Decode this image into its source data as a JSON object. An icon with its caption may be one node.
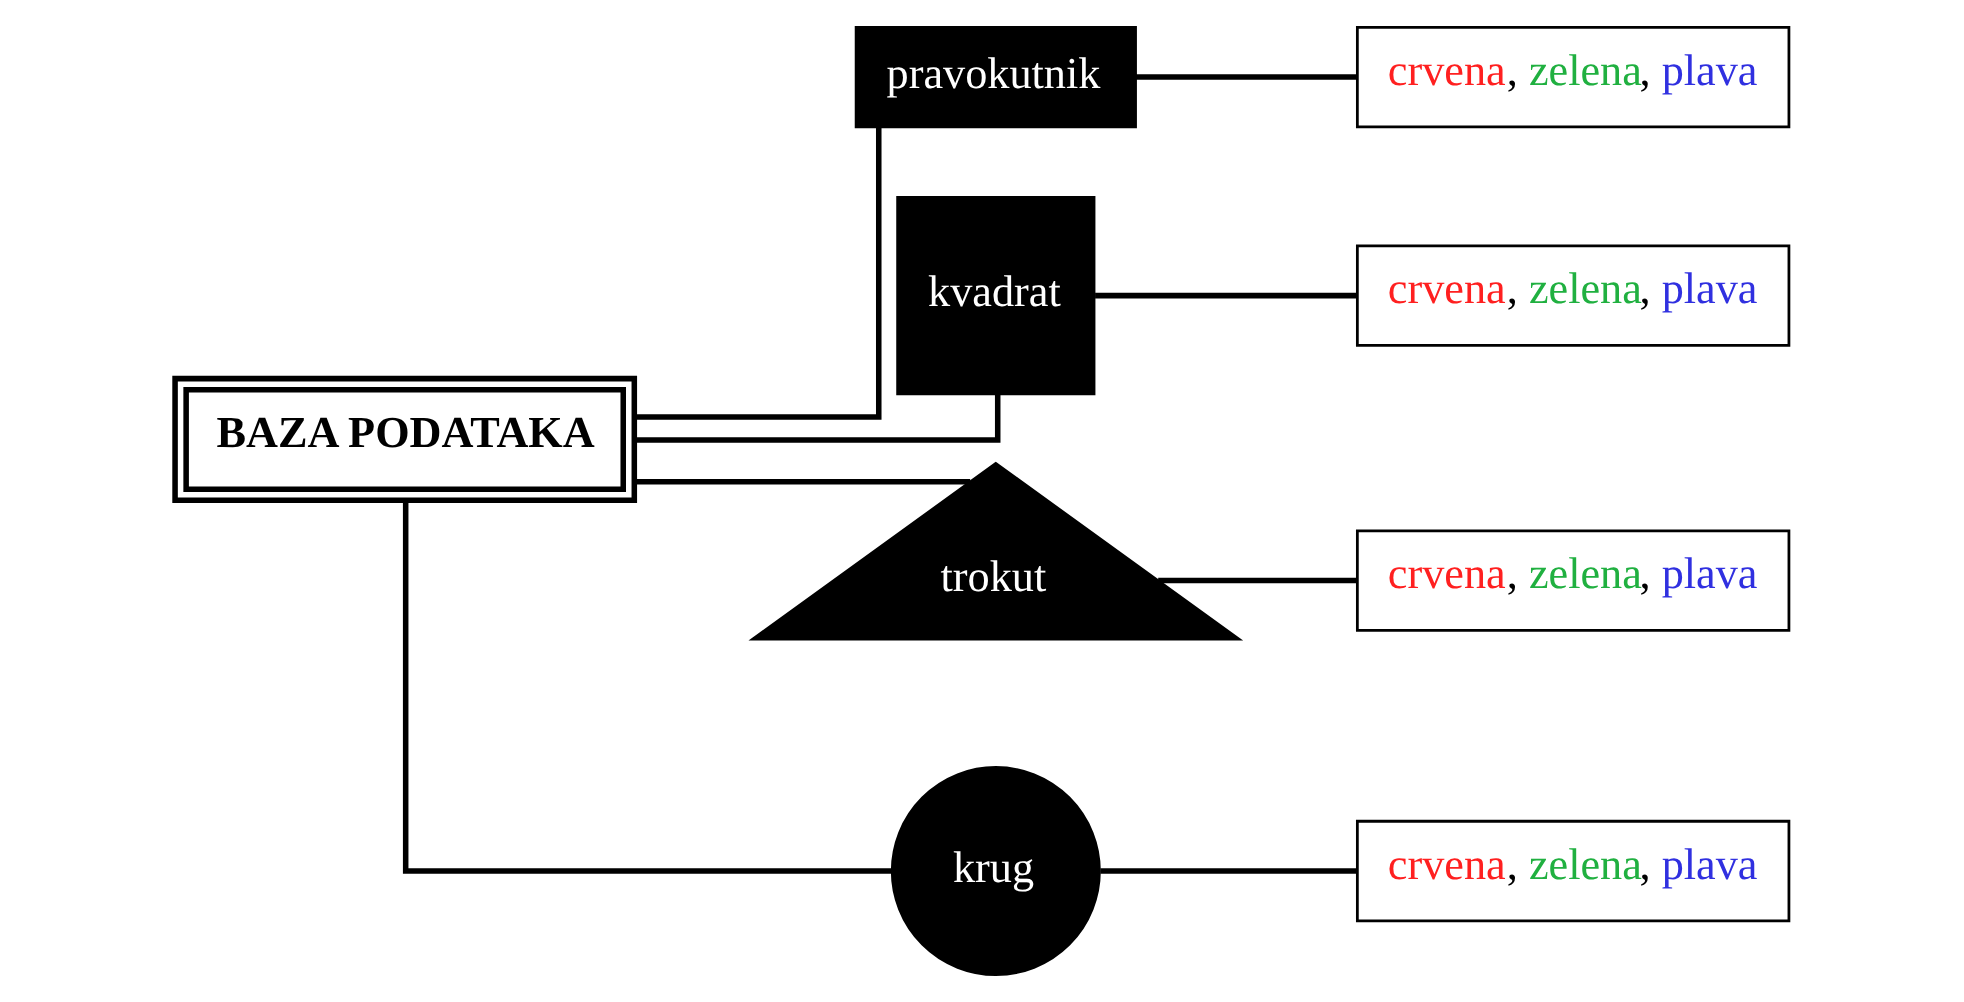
{
  "diagram": {
    "nodes": [
      {
        "text": [
          "BAZA PODATAKA"
        ]
      },
      {
        "text": [
          "pravokutnik"
        ]
      },
      {
        "text": [
          "kvadrat"
        ]
      },
      {
        "text": [
          "trokut"
        ]
      },
      {
        "text": [
          "krug"
        ]
      },
      {
        "text": [
          "crvena, zelena, plava"
        ]
      },
      {
        "text": [
          "crvena, zelena, plava"
        ]
      },
      {
        "text": [
          "crvena, zelena, plava"
        ]
      },
      {
        "text": [
          "crvena, zelena, plava"
        ]
      }
    ],
    "edges": [
      {
        "from": 0,
        "to": 1,
        "arrow": "none"
      },
      {
        "from": 0,
        "to": 2,
        "arrow": "none"
      },
      {
        "from": 0,
        "to": 3,
        "arrow": "none"
      },
      {
        "from": 0,
        "to": 4,
        "arrow": "none"
      },
      {
        "from": 1,
        "to": 5,
        "arrow": "none"
      },
      {
        "from": 2,
        "to": 6,
        "arrow": "none"
      },
      {
        "from": 3,
        "to": 7,
        "arrow": "none"
      },
      {
        "from": 4,
        "to": 8,
        "arrow": "none"
      }
    ]
  }
}
